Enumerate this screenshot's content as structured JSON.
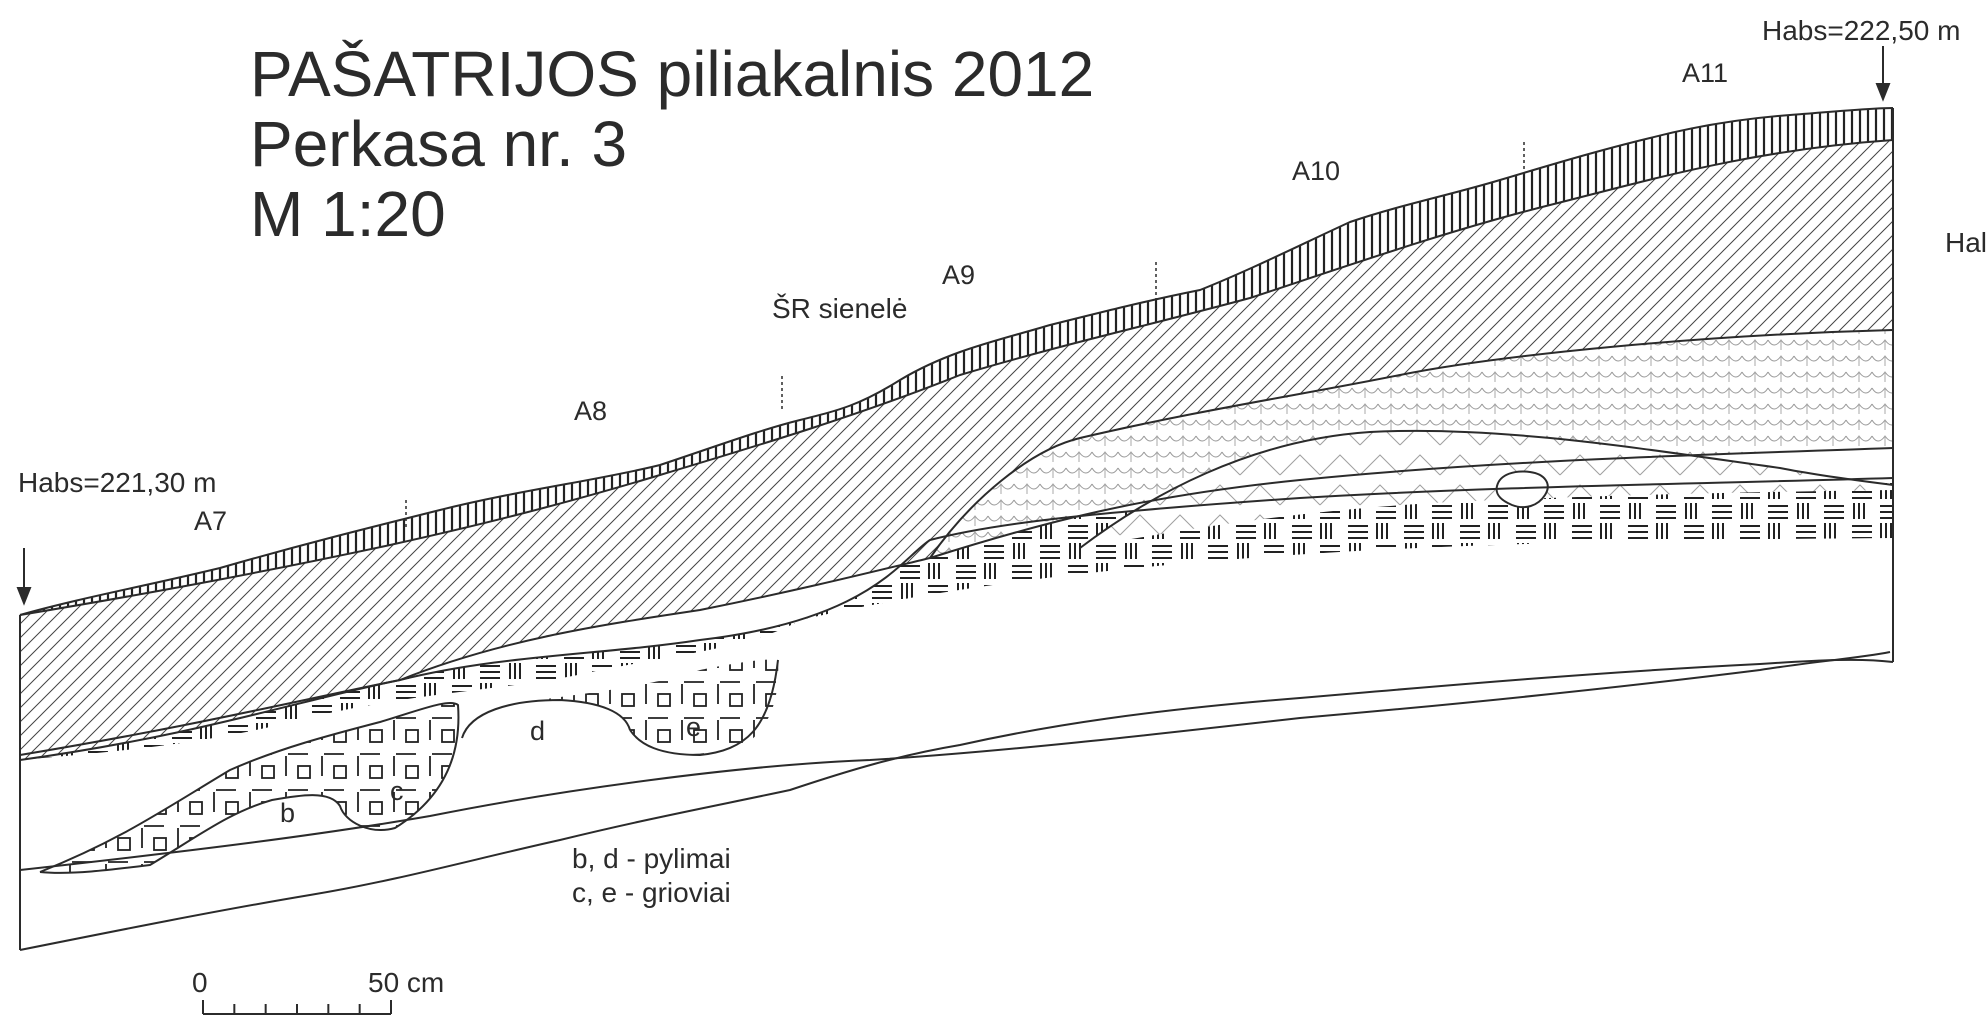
{
  "title": {
    "line1": "PAŠATRIJOS piliakalnis 2012",
    "line2": "Perkasa nr. 3",
    "line3": "M 1:20"
  },
  "wall_label": "ŠR sienelė",
  "elevation_left": "Habs=221,30 m",
  "elevation_right": "Habs=222,50 m",
  "elevation_cut": "Hal",
  "squares": [
    "A7",
    "A8",
    "A9",
    "A10",
    "A11"
  ],
  "features": {
    "b": "b",
    "c": "c",
    "d": "d",
    "e": "e"
  },
  "legend": {
    "line1": "b, d - pylimai",
    "line2": "c, e - grioviai"
  },
  "scale_bar": {
    "start": "0",
    "end": "50 cm",
    "ticks": 6
  }
}
